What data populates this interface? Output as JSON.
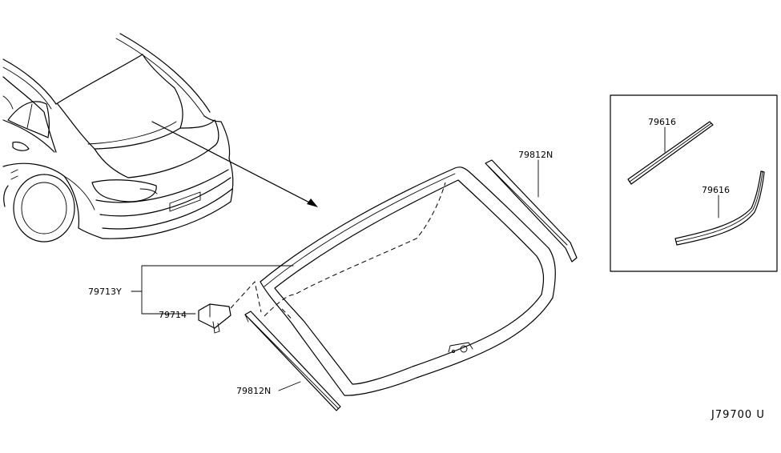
{
  "parts": {
    "p1": "79713Y",
    "p2": "79714",
    "p3": "79812N",
    "p4": "79812N",
    "p5": "79616",
    "p6": "79616"
  },
  "diagram_code": "J79700 U"
}
